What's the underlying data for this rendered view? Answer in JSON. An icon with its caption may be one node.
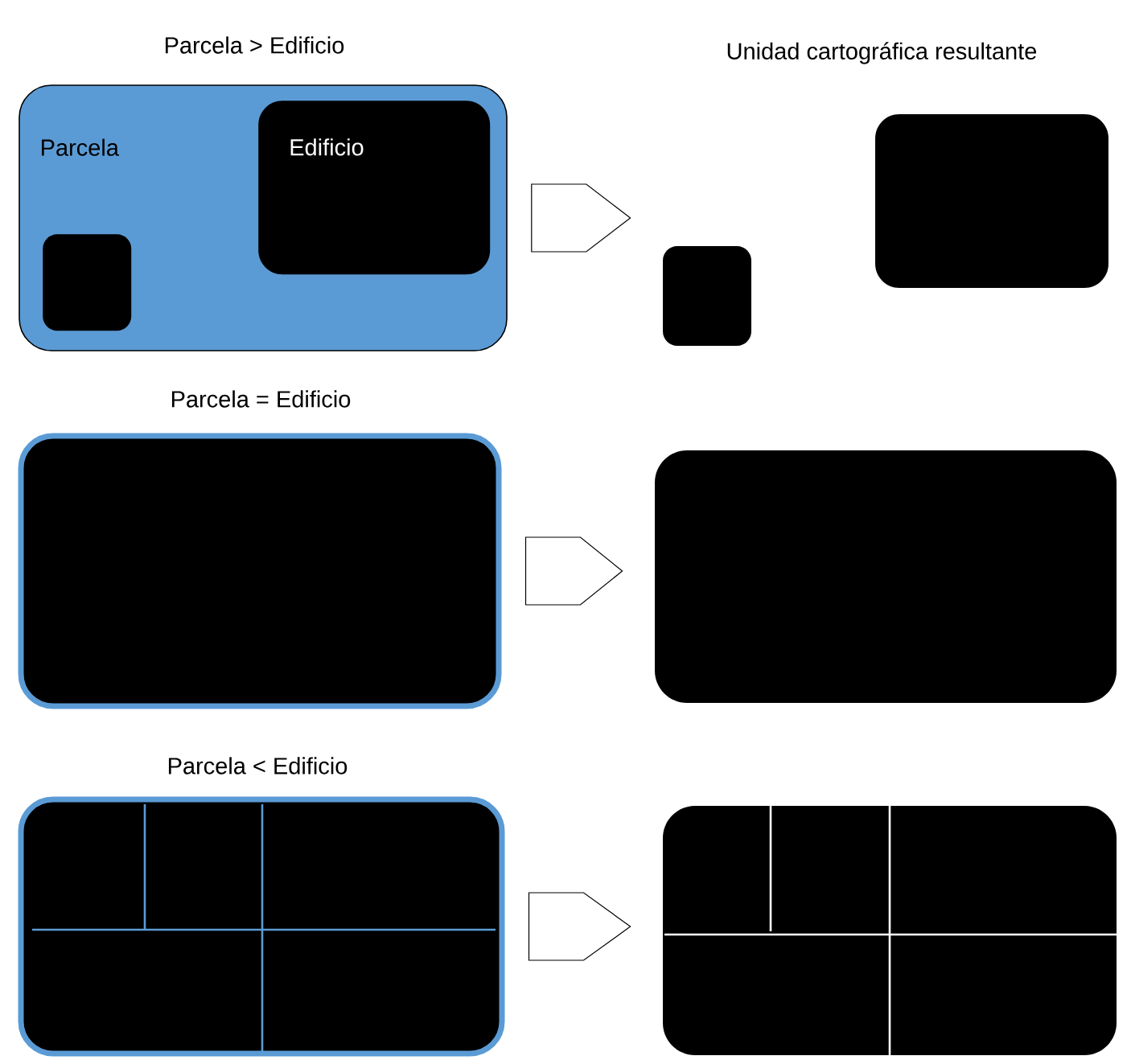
{
  "diagram": {
    "nodes": [
      {
        "text": [
          "Parcela"
        ]
      },
      {
        "text": [
          "Edificio"
        ],
        "in": 0
      },
      {
        "text": [],
        "shape": "box",
        "in": 0
      },
      {
        "text": [],
        "shape": "box"
      },
      {
        "text": [],
        "shape": "box"
      },
      {
        "text": [],
        "shape": "box"
      },
      {
        "text": [],
        "shape": "box"
      },
      {
        "text": [],
        "shape": "box"
      },
      {
        "text": [],
        "shape": "box"
      }
    ],
    "edges": [
      {
        "from": 0,
        "to": 3,
        "arrow": "to"
      },
      {
        "from": 5,
        "to": 6,
        "arrow": "to"
      },
      {
        "from": 7,
        "to": 8,
        "arrow": "to"
      }
    ],
    "labels": [
      "Parcela > Edificio",
      "Unidad cartográfica resultante",
      "Parcela = Edificio",
      "Parcela < Edificio"
    ]
  }
}
